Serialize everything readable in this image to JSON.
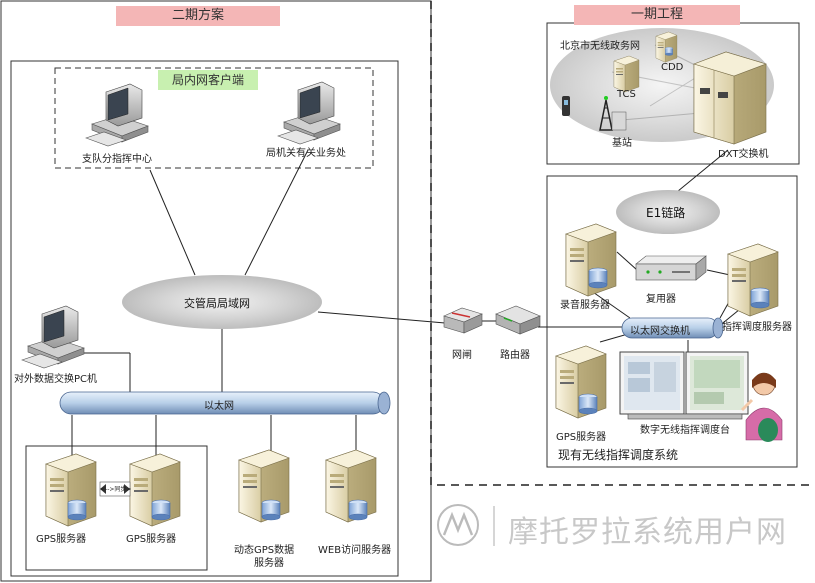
{
  "headers": {
    "phase2": "二期方案",
    "phase1": "一期工程",
    "lan_clients": "局内网客户端"
  },
  "nodes": {
    "command_center": "支队分指挥中心",
    "bureau_dept": "局机关有关业务处",
    "traffic_man": "交管局局域网",
    "pc_exchange": "对外数据交换PC机",
    "ethernet": "以太网",
    "gps_server_1": "GPS服务器",
    "gps_server_2": "GPS服务器",
    "sync_tag": "<-->同步>",
    "dynamic_gps_line1": "动态GPS数据",
    "dynamic_gps_line2": "服务器",
    "web_server": "WEB访问服务器",
    "gateway": "网闸",
    "router": "路由器",
    "beijing_net": "北京市无线政务网",
    "cdd": "CDD",
    "tcs": "TCS",
    "base_station": "基站",
    "dxt_switch": "DXT交换机",
    "e1_link": "E1链路",
    "recording_server": "录音服务器",
    "multiplexer": "复用器",
    "dispatch_server": "指挥调度服务器",
    "ethernet_switch": "以太网交换机",
    "gps_server_3": "GPS服务器",
    "dispatch_console": "数字无线指挥调度台",
    "existing_system": "现有无线指挥调度系统"
  },
  "watermark": "摩托罗拉系统用户网",
  "colors": {
    "header_pink": "#f4b6b6",
    "header_green": "#c8f0b0",
    "ethernet_bar": "#c6d8ee",
    "cloud_gray": "#cfcfcf",
    "server_beige": "#efe6c8"
  }
}
